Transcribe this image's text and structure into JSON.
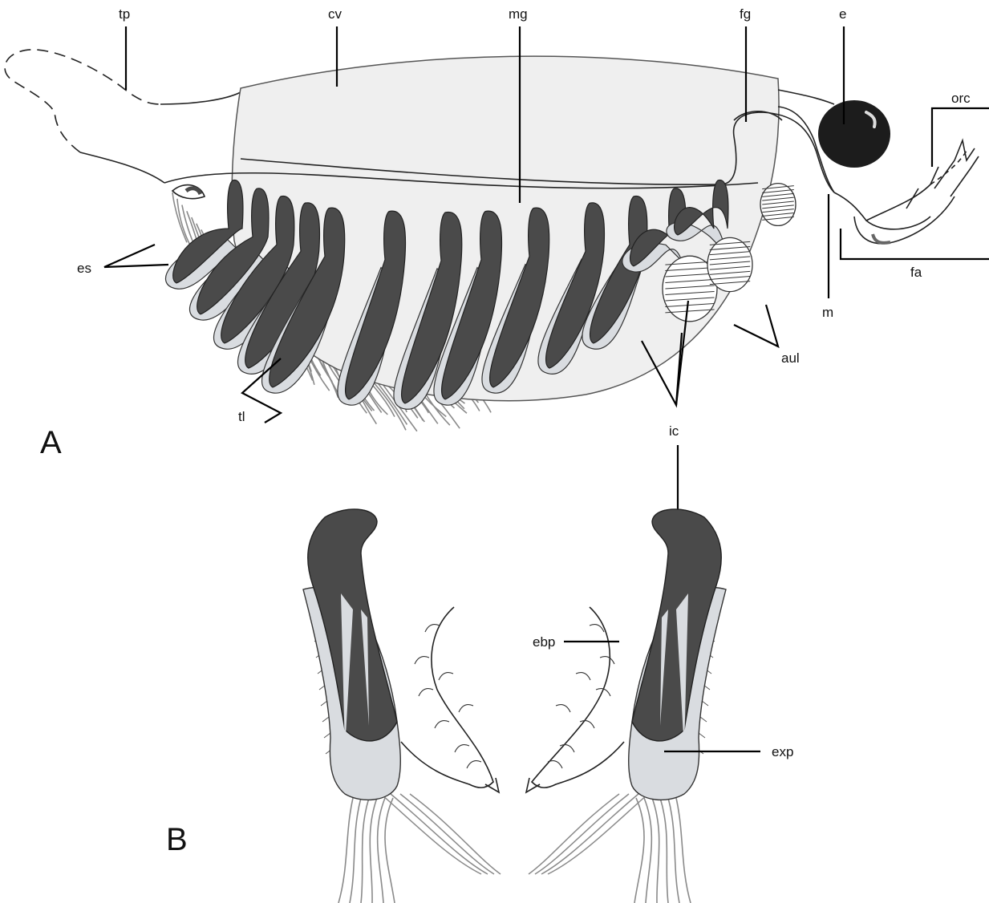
{
  "panels": {
    "a": "A",
    "b": "B"
  },
  "labels": {
    "tp": "tp",
    "cv": "cv",
    "mg": "mg",
    "fg": "fg",
    "e": "e",
    "orc": "orc",
    "es": "es",
    "fa": "fa",
    "m": "m",
    "aul": "aul",
    "tl": "tl",
    "ic": "ic",
    "ebp": "ebp",
    "exp": "exp"
  },
  "colors": {
    "carapace": "#efefef",
    "dark": "#4a4a4a",
    "light": "#d9dce0",
    "eye": "#1c1c1c",
    "setae": "#8a8a8a"
  }
}
